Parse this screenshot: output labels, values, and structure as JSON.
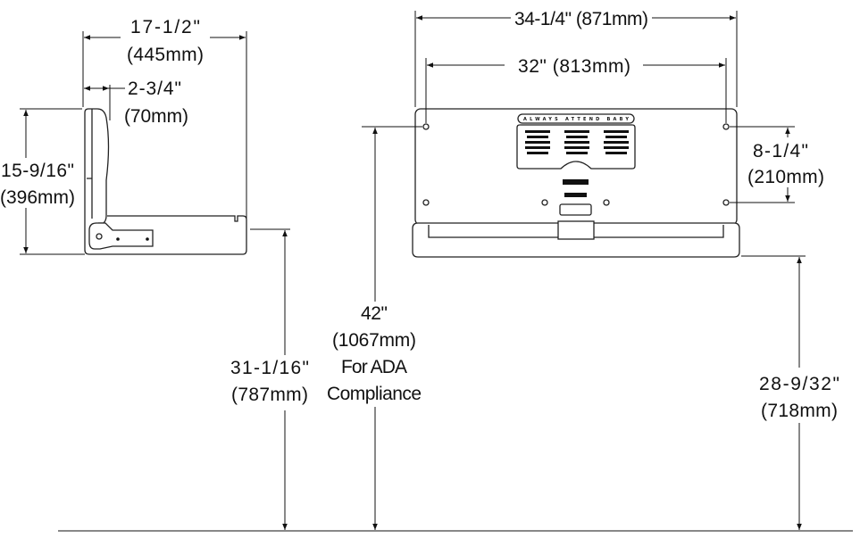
{
  "side_view": {
    "depth": {
      "imperial": "17-1/2\"",
      "metric": "(445mm)"
    },
    "folded_depth": {
      "imperial": "2-3/4\"",
      "metric": "(70mm)"
    },
    "height": {
      "imperial": "15-9/16\"",
      "metric": "(396mm)"
    },
    "bed_height_from_floor": {
      "imperial": "31-1/16\"",
      "metric": "(787mm)"
    }
  },
  "front_view": {
    "overall_width": {
      "imperial": "34-1/4\" (871mm)"
    },
    "mounting_hole_width": {
      "imperial": "32\" (813mm)"
    },
    "mounting_hole_height": {
      "imperial": "8-1/4\"",
      "metric": "(210mm)"
    },
    "ada_height": {
      "imperial": "42\"",
      "metric": "(1067mm)",
      "note_1": "For ADA",
      "note_2": "Compliance"
    },
    "bottom_height_from_floor": {
      "imperial": "28-9/32\"",
      "metric": "(718mm)"
    },
    "label_banner": "ALWAYS ATTEND BABY"
  },
  "colors": {
    "line": "#111111",
    "background": "#ffffff"
  }
}
